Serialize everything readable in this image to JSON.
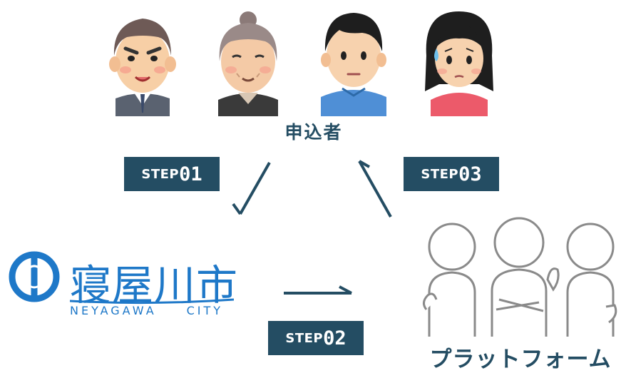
{
  "applicants": {
    "label": "申込者",
    "people": [
      {
        "icon": "businessman-icon"
      },
      {
        "icon": "elderly-woman-icon"
      },
      {
        "icon": "young-man-icon"
      },
      {
        "icon": "young-woman-icon"
      }
    ]
  },
  "city": {
    "name": "寝屋川市",
    "name_en": "NEYAGAWA CITY",
    "emblem": "neyagawa-city-emblem-icon",
    "color": "#1e78c8"
  },
  "platform": {
    "label": "プラットフォーム",
    "icon": "group-of-people-outline-icon"
  },
  "steps": [
    {
      "prefix": "STEP",
      "number": "01"
    },
    {
      "prefix": "STEP",
      "number": "02"
    },
    {
      "prefix": "STEP",
      "number": "03"
    }
  ],
  "colors": {
    "step_background": "#244d63",
    "label_text": "#244d63",
    "arrow": "#244d63",
    "platform_outline": "#8a8a8a"
  }
}
